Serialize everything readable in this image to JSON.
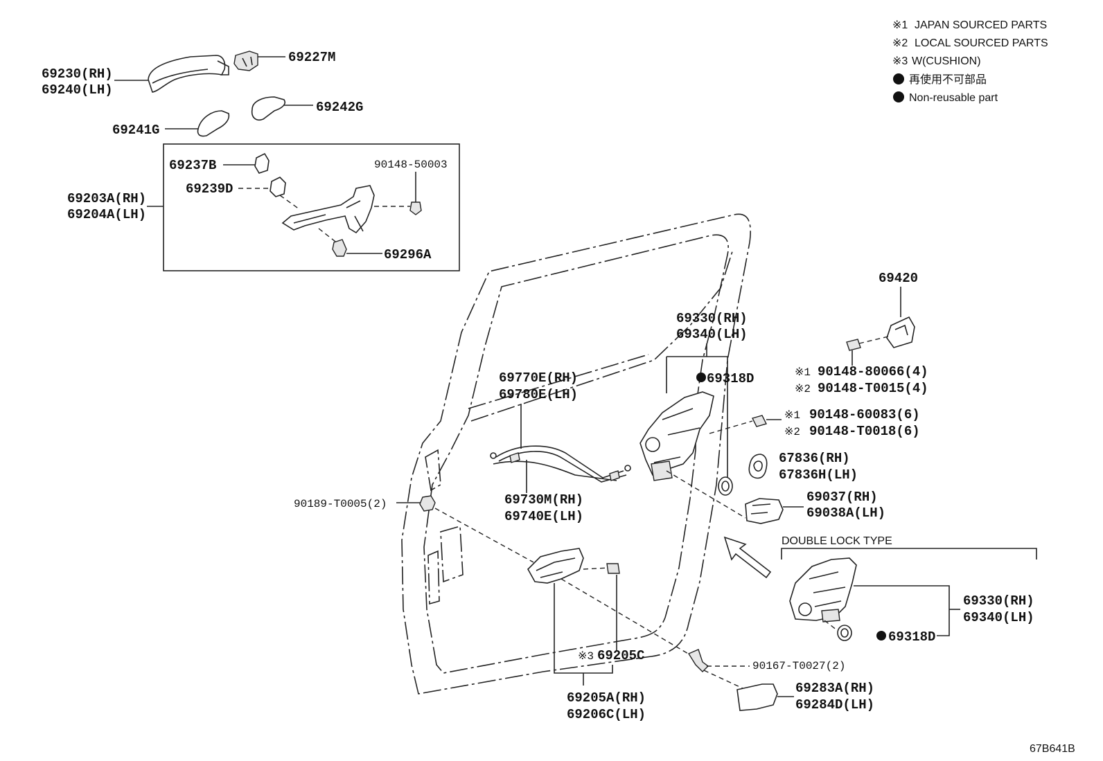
{
  "legend": {
    "l1_mark": "※1",
    "l1_text": "JAPAN SOURCED PARTS",
    "l2_mark": "※2",
    "l2_text": "LOCAL SOURCED PARTS",
    "l3_mark": "※3",
    "l3_text": "W(CUSHION)",
    "l4_text": "再使用不可部品",
    "l5_text": "Non-reusable part"
  },
  "labels": {
    "p69227M": "69227M",
    "p69230": "69230(RH)",
    "p69240": "69240(LH)",
    "p69242G": "69242G",
    "p69241G": "69241G",
    "p69237B": "69237B",
    "p90148_50003": "90148-50003",
    "p69239D": "69239D",
    "p69203A": "69203A(RH)",
    "p69204A": "69204A(LH)",
    "p69296A": "69296A",
    "p69420": "69420",
    "p69330_a": "69330(RH)",
    "p69340_a": "69340(LH)",
    "p69318D_a": "69318D",
    "p90148_80066": "90148-80066(4)",
    "p90148_T0015": "90148-T0015(4)",
    "p69770E": "69770E(RH)",
    "p69780E": "69780E(LH)",
    "p90148_60083": "90148-60083(6)",
    "p90148_T0018": "90148-T0018(6)",
    "p67836": "67836(RH)",
    "p67836H": "67836H(LH)",
    "p69730M": "69730M(RH)",
    "p69740E": "69740E(LH)",
    "p69037": "69037(RH)",
    "p69038A": "69038A(LH)",
    "p90189": "90189-T0005(2)",
    "double_lock": "DOUBLE LOCK TYPE",
    "p69330_b": "69330(RH)",
    "p69340_b": "69340(LH)",
    "p69318D_b": "69318D",
    "p69205C": "69205C",
    "p90167": "90167-T0027(2)",
    "p69205A": "69205A(RH)",
    "p69206C": "69206C(LH)",
    "p69283A": "69283A(RH)",
    "p69284D": "69284D(LH)",
    "ref_code": "67B641B",
    "m1": "※1",
    "m2": "※2",
    "m3": "※1",
    "m4": "※2",
    "m5": "※3"
  }
}
